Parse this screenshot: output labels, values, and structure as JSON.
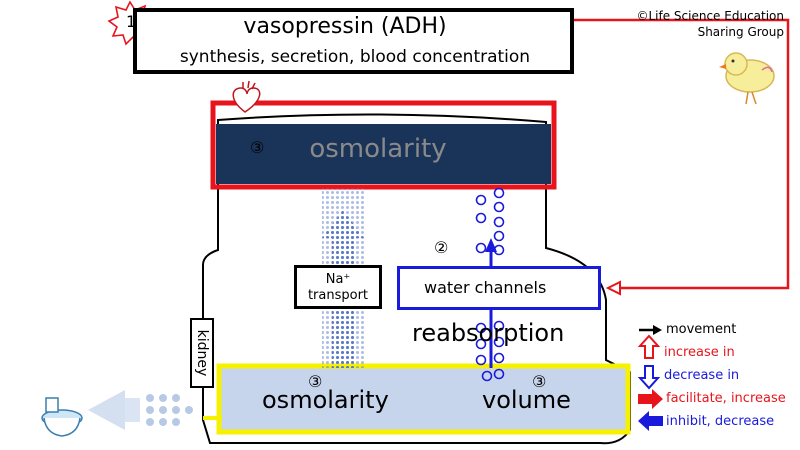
{
  "header": {
    "step_number": "1",
    "title": "vasopressin (ADH)",
    "subtitle": "synthesis, secretion, blood concentration",
    "copyright": "©Life Science Education Sharing Group"
  },
  "blood": {
    "step_number": "③",
    "label": "osmolarity"
  },
  "tubule": {
    "step_number": "②",
    "na_transport": "Na⁺ transport",
    "water_channels": "water channels",
    "reabsorption": "reabsorption",
    "kidney": "kidney"
  },
  "urine": {
    "osmolarity_step": "③",
    "osmolarity": "osmolarity",
    "volume_step": "③",
    "volume": "volume"
  },
  "legend": {
    "movement": "movement",
    "increase": "increase in",
    "decrease": "decrease in",
    "facilitate": "facilitate, increase",
    "inhibit": "inhibit, decrease"
  },
  "colors": {
    "red": "#e8141c",
    "blue": "#1a1adc",
    "navy": "#1a3358",
    "yellow": "#f5f100",
    "urine_fill": "#c7d5ec",
    "dot_blue": "#5a78c8"
  }
}
